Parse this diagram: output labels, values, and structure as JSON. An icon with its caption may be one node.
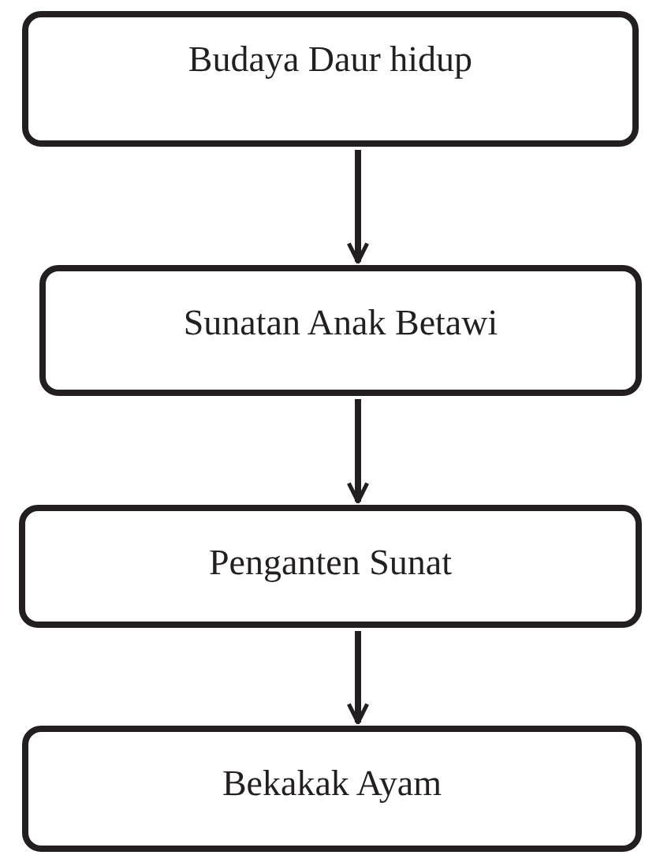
{
  "diagram": {
    "nodes": [
      {
        "text": [
          "Budaya Daur hidup"
        ]
      },
      {
        "text": [
          "Sunatan Anak Betawi"
        ]
      },
      {
        "text": [
          "Penganten Sunat"
        ]
      },
      {
        "text": [
          "Bekakak Ayam"
        ]
      }
    ],
    "edges": [
      {
        "from": 0,
        "to": 1,
        "arrow": "to"
      },
      {
        "from": 1,
        "to": 2,
        "arrow": "to"
      },
      {
        "from": 2,
        "to": 3,
        "arrow": "to"
      }
    ]
  }
}
